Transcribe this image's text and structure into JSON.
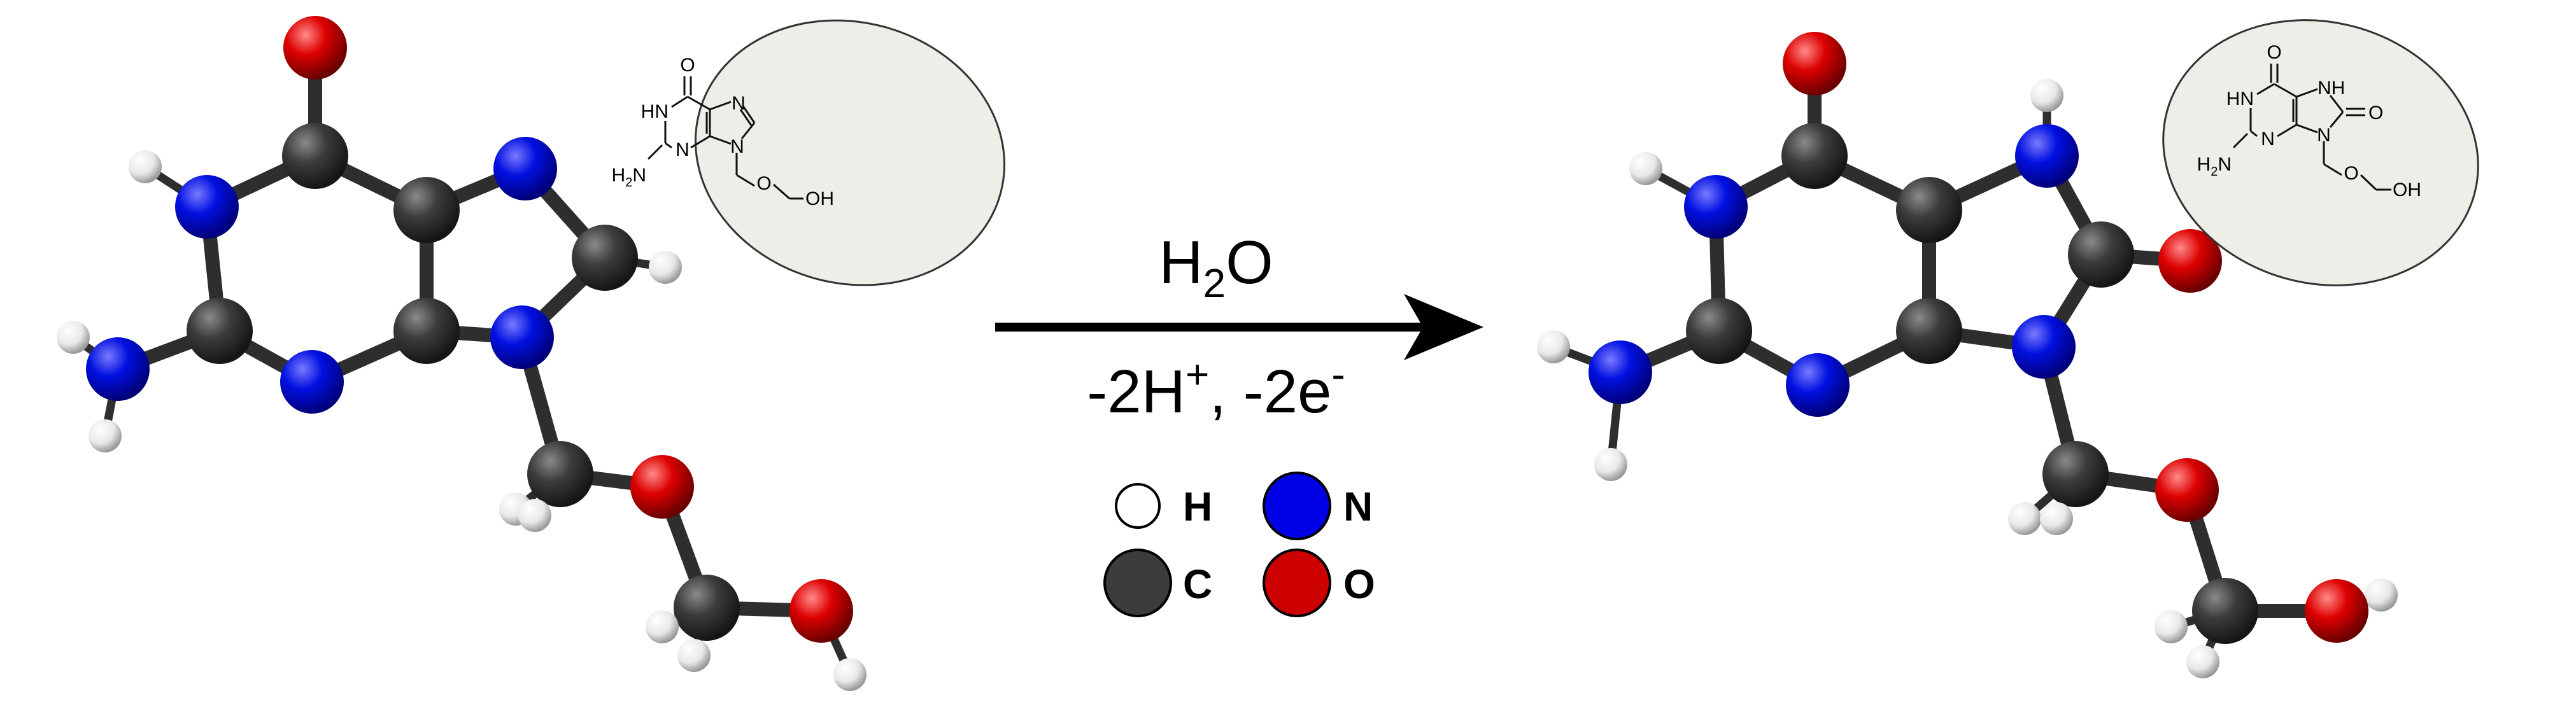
{
  "reaction": {
    "reagent": "H",
    "reagent_sub": "2",
    "reagent_tail": "O",
    "conditions_a": "-2H",
    "conditions_a_sup": "+",
    "conditions_mid": ", -2e",
    "conditions_b_sup": "-"
  },
  "legend": {
    "h_label": "H",
    "n_label": "N",
    "c_label": "C",
    "o_label": "O",
    "h_color": "#ffffff",
    "n_color": "#0000e6",
    "c_color": "#3c3c3c",
    "o_color": "#cc0000"
  },
  "skeletal_left": {
    "o": "O",
    "hn": "HN",
    "n_top": "N",
    "h2n": "H",
    "h2n_sub": "2",
    "h2n_n": "N",
    "n_bottom": "N",
    "n9": "N",
    "oh": "OH",
    "o_chain": "O"
  },
  "skeletal_right": {
    "o": "O",
    "hn": "HN",
    "nh": "NH",
    "o8": "O",
    "h2n": "H",
    "h2n_sub": "2",
    "h2n_n": "N",
    "n_bottom": "N",
    "n9": "N",
    "oh": "OH",
    "o_chain": "O"
  },
  "colors": {
    "bubble_fill": "#eeede7",
    "bubble_stroke": "#333333",
    "bond": "#2e2e2e",
    "arrow": "#000000"
  }
}
